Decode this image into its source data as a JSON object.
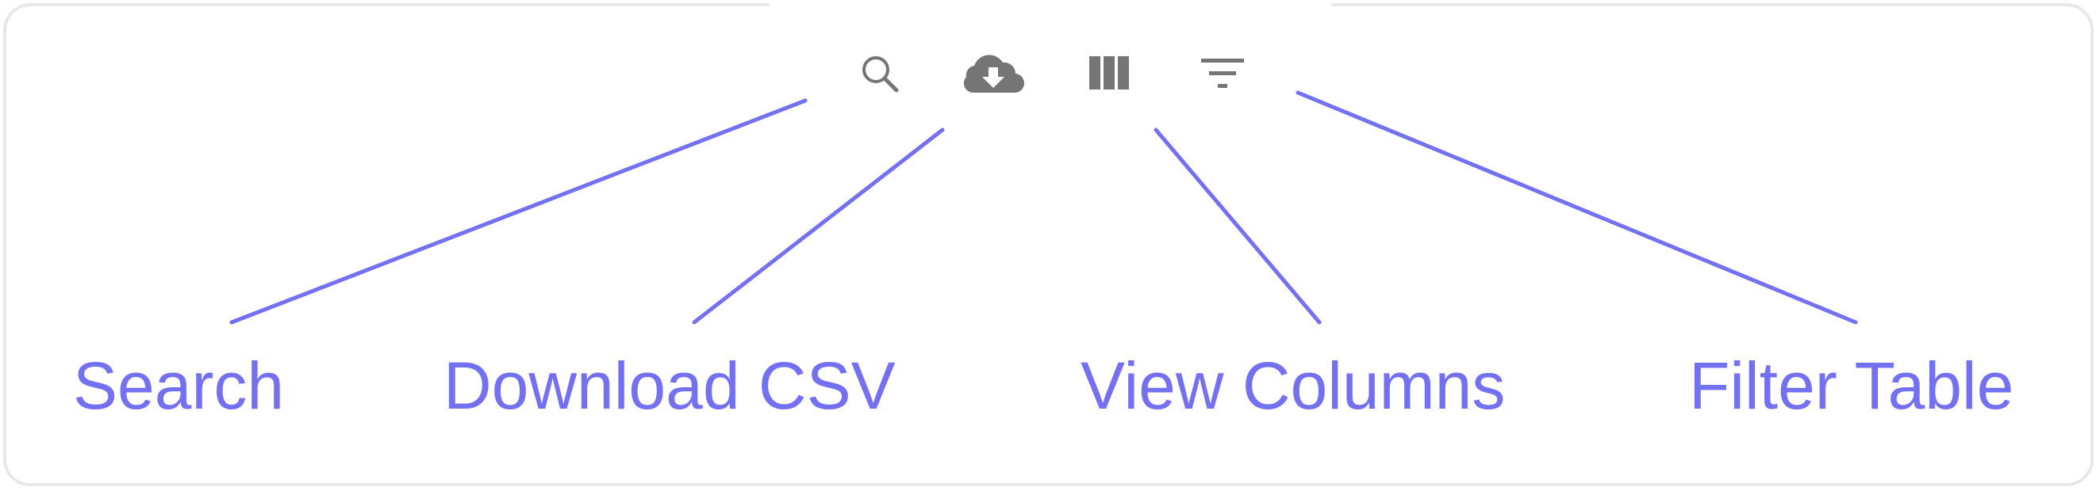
{
  "toolbar": {
    "buttons": [
      {
        "icon": "search-icon",
        "label": "Search"
      },
      {
        "icon": "cloud-download-icon",
        "label": "Download CSV"
      },
      {
        "icon": "view-columns-icon",
        "label": "View Columns"
      },
      {
        "icon": "filter-list-icon",
        "label": "Filter Table"
      }
    ]
  },
  "colors": {
    "accent": "#7470f2",
    "icon": "#757575",
    "frame": "#e8e8e8"
  }
}
